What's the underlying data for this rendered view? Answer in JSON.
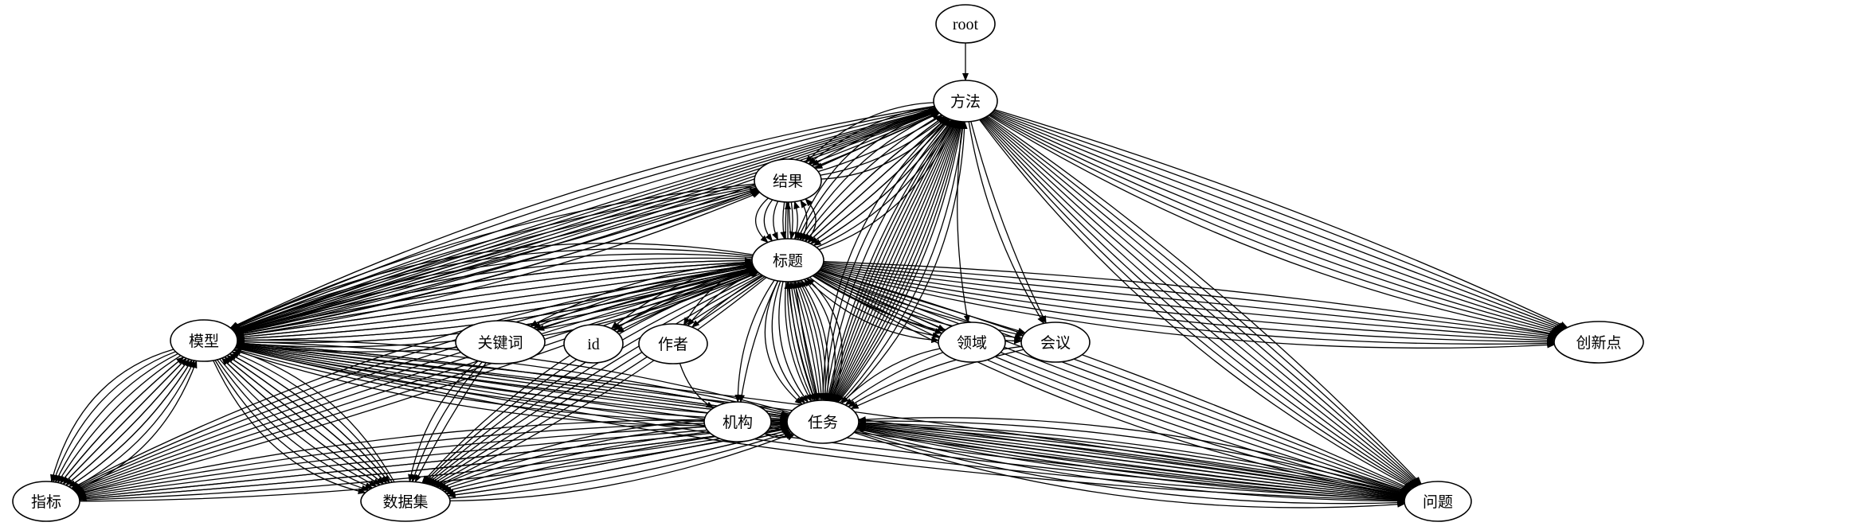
{
  "diagram": {
    "nodes": [
      {
        "id": "root",
        "label": "root"
      },
      {
        "id": "method",
        "label": "方法"
      },
      {
        "id": "result",
        "label": "结果"
      },
      {
        "id": "title",
        "label": "标题"
      },
      {
        "id": "model",
        "label": "模型"
      },
      {
        "id": "keyword",
        "label": "关键词"
      },
      {
        "id": "id",
        "label": "id"
      },
      {
        "id": "author",
        "label": "作者"
      },
      {
        "id": "field",
        "label": "领域"
      },
      {
        "id": "conference",
        "label": "会议"
      },
      {
        "id": "innovation",
        "label": "创新点"
      },
      {
        "id": "institution",
        "label": "机构"
      },
      {
        "id": "task",
        "label": "任务"
      },
      {
        "id": "metric",
        "label": "指标"
      },
      {
        "id": "dataset",
        "label": "数据集"
      },
      {
        "id": "problem",
        "label": "问题"
      }
    ],
    "edges": [
      [
        "root",
        "method",
        1
      ],
      [
        "method",
        "result",
        4
      ],
      [
        "result",
        "method",
        4
      ],
      [
        "method",
        "title",
        8
      ],
      [
        "title",
        "method",
        6
      ],
      [
        "method",
        "model",
        7
      ],
      [
        "model",
        "method",
        6
      ],
      [
        "method",
        "task",
        10
      ],
      [
        "task",
        "method",
        9
      ],
      [
        "method",
        "innovation",
        8
      ],
      [
        "method",
        "problem",
        9
      ],
      [
        "method",
        "conference",
        2
      ],
      [
        "method",
        "field",
        1
      ],
      [
        "result",
        "title",
        5
      ],
      [
        "title",
        "result",
        4
      ],
      [
        "result",
        "model",
        6
      ],
      [
        "model",
        "result",
        4
      ],
      [
        "result",
        "task",
        2
      ],
      [
        "title",
        "model",
        12
      ],
      [
        "model",
        "title",
        10
      ],
      [
        "title",
        "keyword",
        3
      ],
      [
        "title",
        "id",
        3
      ],
      [
        "title",
        "author",
        3
      ],
      [
        "title",
        "field",
        4
      ],
      [
        "title",
        "conference",
        4
      ],
      [
        "title",
        "innovation",
        8
      ],
      [
        "title",
        "institution",
        2
      ],
      [
        "title",
        "task",
        8
      ],
      [
        "task",
        "title",
        7
      ],
      [
        "title",
        "metric",
        8
      ],
      [
        "title",
        "dataset",
        8
      ],
      [
        "title",
        "problem",
        8
      ],
      [
        "model",
        "task",
        7
      ],
      [
        "task",
        "model",
        5
      ],
      [
        "model",
        "metric",
        8
      ],
      [
        "metric",
        "model",
        6
      ],
      [
        "model",
        "dataset",
        8
      ],
      [
        "dataset",
        "model",
        6
      ],
      [
        "model",
        "problem",
        8
      ],
      [
        "task",
        "metric",
        6
      ],
      [
        "metric",
        "task",
        4
      ],
      [
        "task",
        "dataset",
        6
      ],
      [
        "dataset",
        "task",
        4
      ],
      [
        "task",
        "problem",
        8
      ],
      [
        "problem",
        "task",
        7
      ],
      [
        "keyword",
        "dataset",
        3
      ],
      [
        "author",
        "institution",
        1
      ],
      [
        "institution",
        "task",
        1
      ],
      [
        "conference",
        "task",
        2
      ],
      [
        "field",
        "task",
        2
      ]
    ]
  }
}
